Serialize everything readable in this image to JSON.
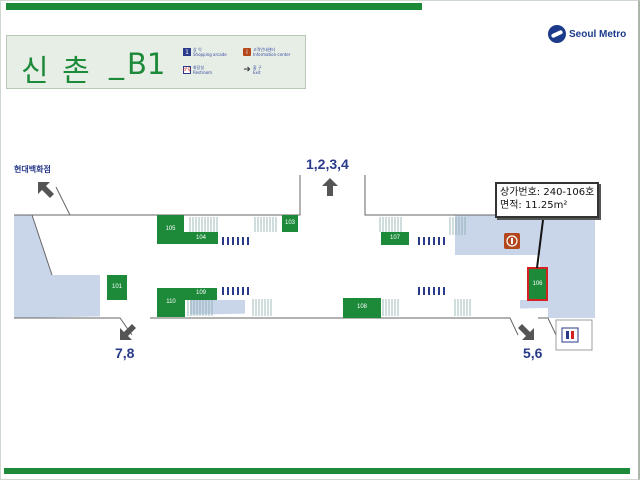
{
  "title": {
    "station": "신  촌",
    "underscore": "_",
    "floor": "B1"
  },
  "legend": [
    {
      "key": "stairs",
      "glyph": "1",
      "label_ko": "상 익",
      "label_en": "Shopping arcade",
      "color": "#2a3a8a"
    },
    {
      "key": "info",
      "glyph": "i",
      "label_ko": "고객안내센터",
      "label_en": "Information center",
      "color": "#b3471b"
    },
    {
      "key": "restroom",
      "glyph": "♂♀",
      "label_ko": "화장실",
      "label_en": "Restroom",
      "color": "#2a3a8a"
    },
    {
      "key": "exit",
      "glyph": "➜",
      "label_ko": "출 구",
      "label_en": "Exit",
      "color": "#444444"
    }
  ],
  "logo": {
    "text": "Seoul Metro"
  },
  "exits": {
    "top": "1,2,3,4",
    "bottom_left": "7,8",
    "bottom_right": "5,6",
    "department_store": "현대백화점"
  },
  "shops": [
    {
      "id": "101"
    },
    {
      "id": "103"
    },
    {
      "id": "104"
    },
    {
      "id": "105"
    },
    {
      "id": "106"
    },
    {
      "id": "107"
    },
    {
      "id": "108"
    },
    {
      "id": "109"
    },
    {
      "id": "110"
    }
  ],
  "callout": {
    "line1": "상가번호: 240-106호",
    "line2": "면적: 11.25m²"
  },
  "colors": {
    "brand_green": "#1d8a3a",
    "corridor": "#c9d6ea",
    "shop": "#1d8a3a",
    "highlight": "#d42020",
    "text_blue": "#2a3a8a"
  }
}
